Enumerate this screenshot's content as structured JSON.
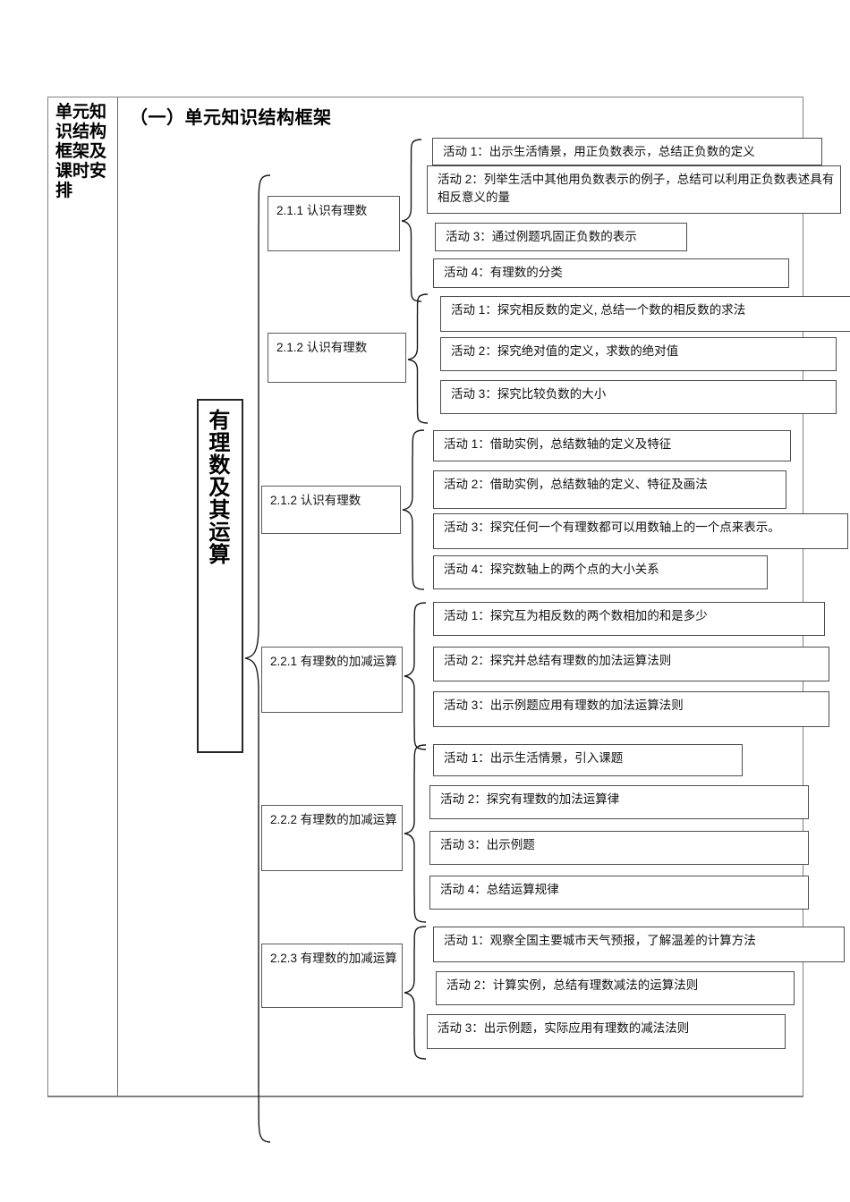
{
  "table": {
    "row_label": "单元知识结构框架及课时安排"
  },
  "section": {
    "title": "（一）单元知识结构框架"
  },
  "central_node": {
    "label": "有理数及其运算"
  },
  "groups": [
    {
      "node": "2.1.1 认识有理数",
      "activities": [
        "活动 1：出示生活情景，用正负数表示，总结正负数的定义",
        "活动 2：列举生活中其他用负数表示的例子，总结可以利用正负数表述具有相反意义的量",
        "活动 3：通过例题巩固正负数的表示",
        "活动 4：有理数的分类"
      ]
    },
    {
      "node": "2.1.2 认识有理数",
      "activities": [
        "活动 1：探究相反数的定义, 总结一个数的相反数的求法",
        "活动 2：探究绝对值的定义，求数的绝对值",
        "活动 3：探究比较负数的大小"
      ]
    },
    {
      "node": "2.1.2 认识有理数",
      "activities": [
        "活动 1：借助实例，总结数轴的定义及特征",
        "活动 2：借助实例，总结数轴的定义、特征及画法",
        "活动 3：探究任何一个有理数都可以用数轴上的一个点来表示。",
        "活动 4：探究数轴上的两个点的大小关系"
      ]
    },
    {
      "node": "2.2.1 有理数的加减运算",
      "activities": [
        "活动 1：探究互为相反数的两个数相加的和是多少",
        "活动 2：探究并总结有理数的加法运算法则",
        "活动 3：出示例题应用有理数的加法运算法则"
      ]
    },
    {
      "node": "2.2.2 有理数的加减运算",
      "activities": [
        "活动 1：出示生活情景，引入课题",
        "活动 2：探究有理数的加法运算律",
        "活动 3：出示例题",
        "活动 4：总结运算规律"
      ]
    },
    {
      "node": "2.2.3 有理数的加减运算",
      "activities": [
        "活动 1：观察全国主要城市天气预报，了解温差的计算方法",
        "活动 2：计算实例，总结有理数减法的运算法则",
        "活动 3：出示例题，实际应用有理数的减法法则"
      ]
    }
  ],
  "colors": {
    "border": "#595959",
    "table_border": "#808080",
    "text": "#111111",
    "background": "#ffffff"
  }
}
